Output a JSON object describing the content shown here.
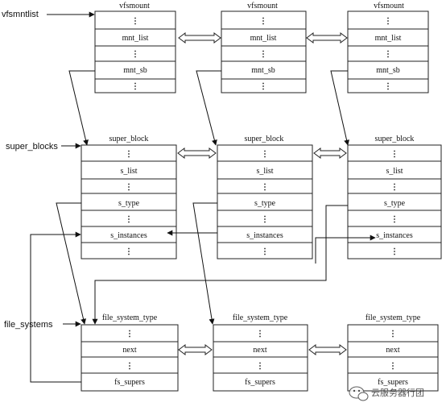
{
  "labels": {
    "vfsmntlist": "vfsmntlist",
    "super_blocks": "super_blocks",
    "file_systems": "file_systems"
  },
  "vfsmount": {
    "title": "vfsmount",
    "cells": [
      "⋮",
      "mnt_list",
      "⋮",
      "mnt_sb",
      "⋮"
    ]
  },
  "super_block": {
    "title": "super_block",
    "cells": [
      "⋮",
      "s_list",
      "⋮",
      "s_type",
      "⋮",
      "s_instances",
      "⋮"
    ]
  },
  "file_system_type": {
    "title": "file_system_type",
    "cells": [
      "⋮",
      "next",
      "⋮",
      "fs_supers"
    ]
  },
  "watermark": {
    "text": "云服务器行团"
  }
}
